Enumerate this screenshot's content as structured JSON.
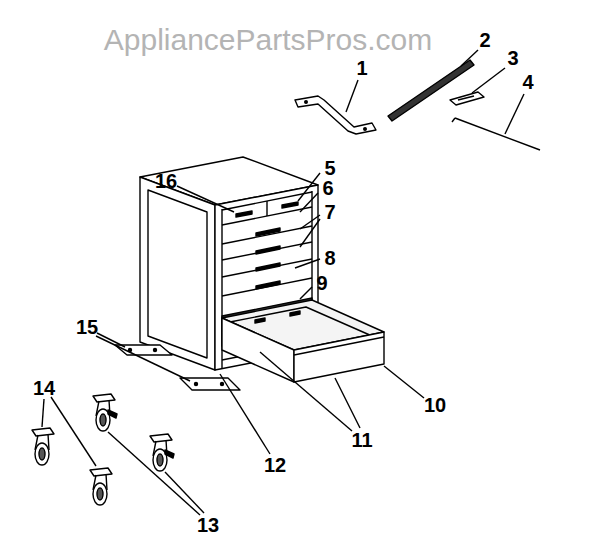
{
  "diagram": {
    "labels": [
      "AppliancePartsPros.com",
      "1",
      "2",
      "3",
      "4",
      "5",
      "6",
      "7",
      "8",
      "9",
      "10",
      "11",
      "12",
      "13",
      "14",
      "15",
      "16"
    ]
  }
}
